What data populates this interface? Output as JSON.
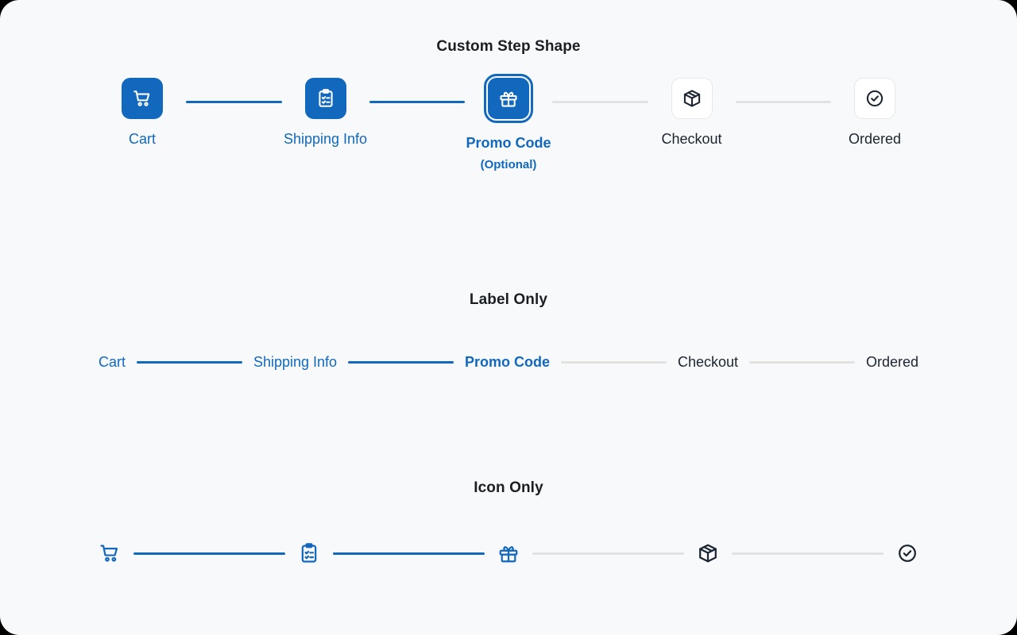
{
  "theme": {
    "page_background": "#f8f9fa",
    "accent": "#1268bd",
    "inactive_line": "#e2e2e2",
    "inactive_text": "#1b2430",
    "marker_border": "#e6e7e9"
  },
  "sections": [
    {
      "id": "custom-step-shape",
      "title": "Custom Step Shape"
    },
    {
      "id": "label-only",
      "title": "Label Only"
    },
    {
      "id": "icon-only",
      "title": "Icon Only"
    }
  ],
  "steps": [
    {
      "label": "Cart",
      "sub": "",
      "icon": "shopping-cart-icon",
      "state": "done"
    },
    {
      "label": "Shipping Info",
      "sub": "",
      "icon": "clipboard-check-icon",
      "state": "done"
    },
    {
      "label": "Promo Code",
      "sub": "(Optional)",
      "icon": "gift-icon",
      "state": "active"
    },
    {
      "label": "Checkout",
      "sub": "",
      "icon": "package-icon",
      "state": "todo"
    },
    {
      "label": "Ordered",
      "sub": "",
      "icon": "check-circle-icon",
      "state": "todo"
    }
  ],
  "connectors": [
    "done",
    "done",
    "todo",
    "todo"
  ]
}
